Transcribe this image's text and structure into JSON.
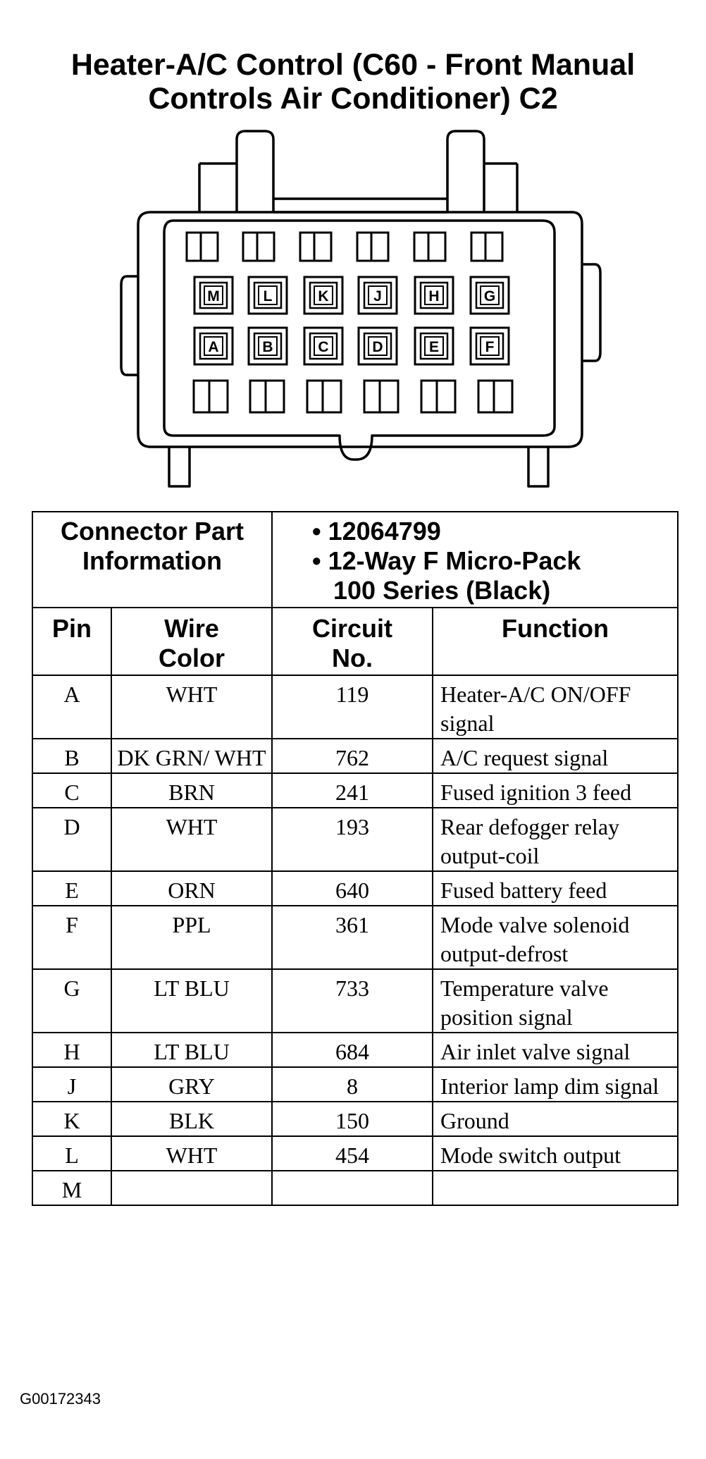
{
  "title": {
    "line1": "Heater-A/C Control (C60 - Front Manual",
    "line2": "Controls Air Conditioner) C2"
  },
  "connector": {
    "top_row_labels": [
      "M",
      "L",
      "K",
      "J",
      "H",
      "G"
    ],
    "bottom_row_labels": [
      "A",
      "B",
      "C",
      "D",
      "E",
      "F"
    ]
  },
  "part_info": {
    "label_line1": "Connector Part",
    "label_line2": "Information",
    "part_number": "• 12064799",
    "description_line1": "• 12-Way F Micro-Pack",
    "description_line2": "100 Series (Black)"
  },
  "columns": {
    "pin": "Pin",
    "wire_color_1": "Wire",
    "wire_color_2": "Color",
    "circuit_1": "Circuit",
    "circuit_2": "No.",
    "function": "Function"
  },
  "rows": [
    {
      "pin": "A",
      "wire": "WHT",
      "circuit": "119",
      "function": "Heater-A/C ON/OFF signal"
    },
    {
      "pin": "B",
      "wire": "DK GRN/ WHT",
      "circuit": "762",
      "function": "A/C request signal"
    },
    {
      "pin": "C",
      "wire": "BRN",
      "circuit": "241",
      "function": "Fused ignition 3 feed"
    },
    {
      "pin": "D",
      "wire": "WHT",
      "circuit": "193",
      "function": "Rear defogger relay output-coil"
    },
    {
      "pin": "E",
      "wire": "ORN",
      "circuit": "640",
      "function": "Fused battery feed"
    },
    {
      "pin": "F",
      "wire": "PPL",
      "circuit": "361",
      "function": "Mode valve solenoid output-defrost"
    },
    {
      "pin": "G",
      "wire": "LT BLU",
      "circuit": "733",
      "function": "Temperature valve position signal"
    },
    {
      "pin": "H",
      "wire": "LT BLU",
      "circuit": "684",
      "function": "Air inlet valve signal"
    },
    {
      "pin": "J",
      "wire": "GRY",
      "circuit": "8",
      "function": "Interior lamp dim signal"
    },
    {
      "pin": "K",
      "wire": "BLK",
      "circuit": "150",
      "function": "Ground"
    },
    {
      "pin": "L",
      "wire": "WHT",
      "circuit": "454",
      "function": "Mode switch output"
    },
    {
      "pin": "M",
      "wire": "",
      "circuit": "",
      "function": ""
    }
  ],
  "footer_id": "G00172343"
}
